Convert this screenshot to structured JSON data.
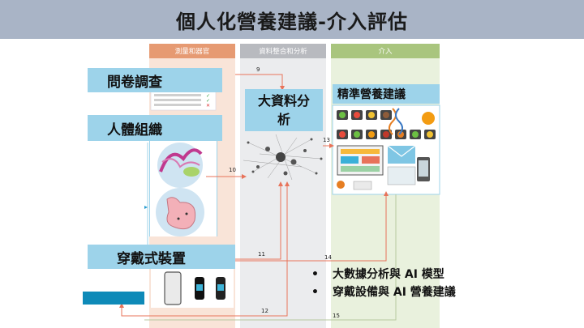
{
  "title": "個人化營養建議-介入評估",
  "columns": {
    "measure": "測量和器官",
    "data": "資料整合和分析",
    "intervention": "介入"
  },
  "labels": {
    "questionnaire": "問卷調查",
    "body_composition": "人體組織",
    "wearable": "穿戴式裝置",
    "big_data": "大資料分析",
    "nutrition": "精準營養建議"
  },
  "flow_numbers": [
    "9",
    "10",
    "11",
    "12",
    "13",
    "14",
    "15"
  ],
  "bullets": [
    "大數據分析與 AI 模型",
    "穿戴設備與 AI 營養建議"
  ],
  "colors": {
    "title_bg": "#a9b4c6",
    "label_bg": "#9dd3ea",
    "measure_col": "#f6d9c9",
    "data_col": "#e3e4e6",
    "intervention_col": "#e2ecd3",
    "arrow": "#e8735a"
  }
}
